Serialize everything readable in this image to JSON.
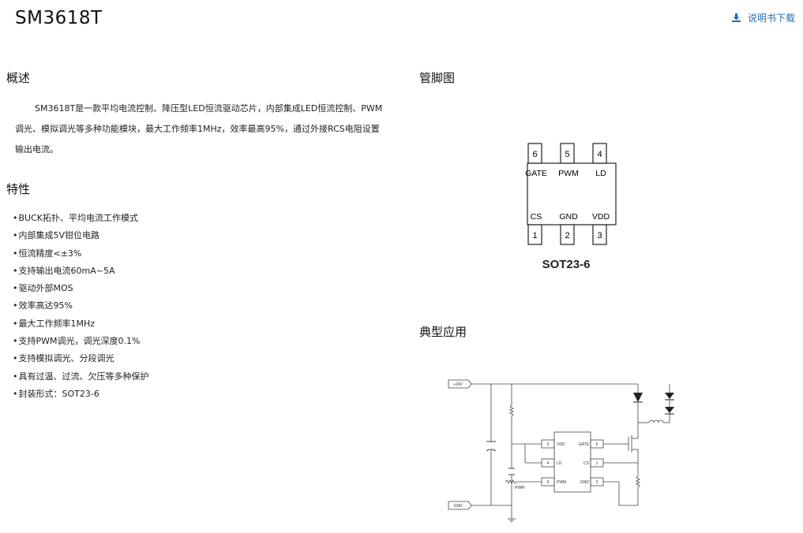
{
  "header": {
    "title": "SM3618T",
    "download_label": "说明书下载"
  },
  "overview": {
    "heading": "概述",
    "paragraph": "SM3618T是一款平均电流控制、降压型LED恒流驱动芯片，内部集成LED恒流控制、PWM调光、模拟调光等多种功能模块，最大工作频率1MHz，效率最高95%，通过外接RCS电阻设置输出电流。"
  },
  "features": {
    "heading": "特性",
    "items": [
      "BUCK拓扑、平均电流工作模式",
      "内部集成5V钳位电路",
      "恒流精度<±3%",
      "支持输出电流60mA~5A",
      "驱动外部MOS",
      "效率高达95%",
      "最大工作频率1MHz",
      "支持PWM调光，调光深度0.1%",
      "支持模拟调光、分段调光",
      "具有过温、过流、欠压等多种保护",
      "封装形式：SOT23-6"
    ]
  },
  "pinout": {
    "heading": "管脚图",
    "package": "SOT23-6",
    "top_pins": [
      {
        "num": "6",
        "name": "GATE"
      },
      {
        "num": "5",
        "name": "PWM"
      },
      {
        "num": "4",
        "name": "LD"
      }
    ],
    "bottom_pins": [
      {
        "num": "1",
        "name": "CS"
      },
      {
        "num": "2",
        "name": "GND"
      },
      {
        "num": "3",
        "name": "VDD"
      }
    ]
  },
  "application": {
    "heading": "典型应用",
    "input_label": "+24V",
    "gnd_label": "GND",
    "pwm_label": "PWM",
    "left_pins": [
      {
        "num": "3",
        "name": "VDD"
      },
      {
        "num": "4",
        "name": "LD"
      },
      {
        "num": "5",
        "name": "PWM"
      }
    ],
    "right_pins": [
      {
        "num": "6",
        "name": "GATE"
      },
      {
        "num": "1",
        "name": "CS"
      },
      {
        "num": "2",
        "name": "GND"
      }
    ]
  },
  "colors": {
    "link": "#1f6fb2",
    "text": "#222222"
  },
  "icons": {
    "download": "download-icon"
  }
}
